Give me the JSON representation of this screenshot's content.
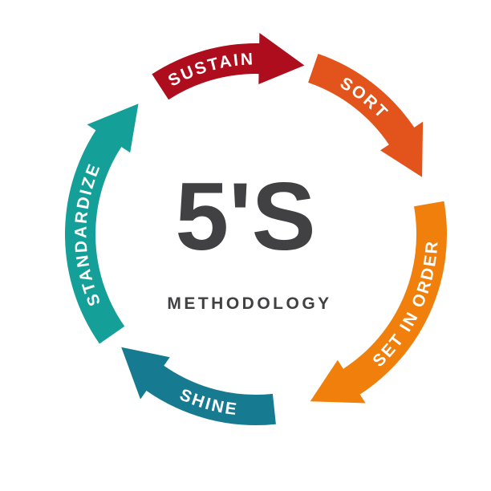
{
  "center": {
    "title": "5'S",
    "subtitle": "METHODOLOGY"
  },
  "steps": [
    {
      "label": "SORT",
      "color": "#e2541b"
    },
    {
      "label": "SET IN ORDER",
      "color": "#f07f0b"
    },
    {
      "label": "SHINE",
      "color": "#167a91"
    },
    {
      "label": "STANDARDIZE",
      "color": "#14a098"
    },
    {
      "label": "SUSTAIN",
      "color": "#ad0d1c"
    }
  ],
  "colors": {
    "text_dark": "#414042",
    "label_text": "#ffffff"
  }
}
